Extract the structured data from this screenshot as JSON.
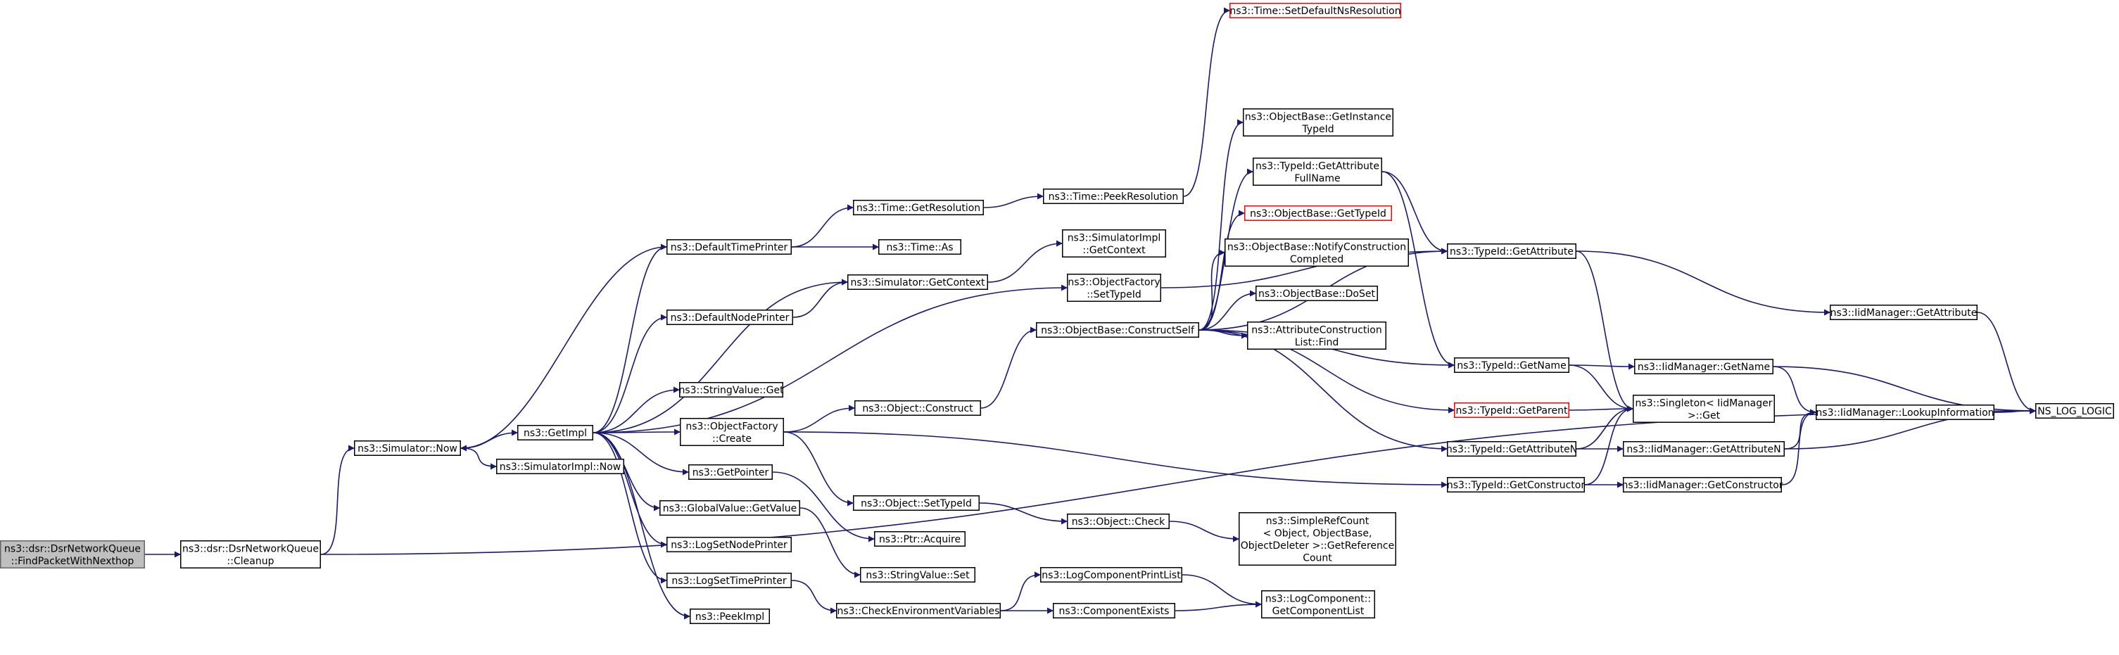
{
  "diagram": {
    "type": "call-graph",
    "colors": {
      "edge": "#191970",
      "node_border": "#000000",
      "root_fill": "#bfbfbf",
      "root_border": "#666666",
      "missing_border": "#ff0000"
    },
    "nodes": [
      {
        "id": "root",
        "lines": [
          "ns3::dsr::DsrNetworkQueue",
          "::FindPacketWithNexthop"
        ],
        "style": "root"
      },
      {
        "id": "cleanup",
        "lines": [
          "ns3::dsr::DsrNetworkQueue",
          "::Cleanup"
        ]
      },
      {
        "id": "simnow",
        "lines": [
          "ns3::Simulator::Now"
        ]
      },
      {
        "id": "getimpl",
        "lines": [
          "ns3::GetImpl"
        ]
      },
      {
        "id": "simimplnow",
        "lines": [
          "ns3::SimulatorImpl::Now"
        ]
      },
      {
        "id": "nslog",
        "lines": [
          "NS_LOG_LOGIC"
        ]
      },
      {
        "id": "deftimeprinter",
        "lines": [
          "ns3::DefaultTimePrinter"
        ]
      },
      {
        "id": "simgetcontext",
        "lines": [
          "ns3::Simulator::GetContext"
        ]
      },
      {
        "id": "defnodeprinter",
        "lines": [
          "ns3::DefaultNodePrinter"
        ]
      },
      {
        "id": "stringvalueget",
        "lines": [
          "ns3::StringValue::Get"
        ]
      },
      {
        "id": "objfactorycreate",
        "lines": [
          "ns3::ObjectFactory",
          "::Create"
        ]
      },
      {
        "id": "getpointer",
        "lines": [
          "ns3::GetPointer"
        ]
      },
      {
        "id": "globalvalueget",
        "lines": [
          "ns3::GlobalValue::GetValue"
        ]
      },
      {
        "id": "logsetnode",
        "lines": [
          "ns3::LogSetNodePrinter"
        ]
      },
      {
        "id": "logsettime",
        "lines": [
          "ns3::LogSetTimePrinter"
        ]
      },
      {
        "id": "peekimpl",
        "lines": [
          "ns3::PeekImpl"
        ]
      },
      {
        "id": "timegetres",
        "lines": [
          "ns3::Time::GetResolution"
        ]
      },
      {
        "id": "timeas",
        "lines": [
          "ns3::Time::As"
        ]
      },
      {
        "id": "simimplgetctx",
        "lines": [
          "ns3::SimulatorImpl",
          "::GetContext"
        ]
      },
      {
        "id": "objfactorysettype",
        "lines": [
          "ns3::ObjectFactory",
          "::SetTypeId"
        ]
      },
      {
        "id": "objconstruct",
        "lines": [
          "ns3::Object::Construct"
        ]
      },
      {
        "id": "objsettype",
        "lines": [
          "ns3::Object::SetTypeId"
        ]
      },
      {
        "id": "ptracquire",
        "lines": [
          "ns3::Ptr::Acquire"
        ]
      },
      {
        "id": "stringvalueset",
        "lines": [
          "ns3::StringValue::Set"
        ]
      },
      {
        "id": "checkenv",
        "lines": [
          "ns3::CheckEnvironmentVariables"
        ]
      },
      {
        "id": "timepeekres",
        "lines": [
          "ns3::Time::PeekResolution"
        ]
      },
      {
        "id": "timesetdefault",
        "lines": [
          "ns3::Time::SetDefaultNsResolution"
        ],
        "style": "red"
      },
      {
        "id": "constructself",
        "lines": [
          "ns3::ObjectBase::ConstructSelf"
        ]
      },
      {
        "id": "objcheck",
        "lines": [
          "ns3::Object::Check"
        ]
      },
      {
        "id": "logcompprintlist",
        "lines": [
          "ns3::LogComponentPrintList"
        ]
      },
      {
        "id": "compexists",
        "lines": [
          "ns3::ComponentExists"
        ]
      },
      {
        "id": "getinstancetype",
        "lines": [
          "ns3::ObjectBase::GetInstance",
          "TypeId"
        ]
      },
      {
        "id": "getattrfullname",
        "lines": [
          "ns3::TypeId::GetAttribute",
          "FullName"
        ]
      },
      {
        "id": "objbasegettype",
        "lines": [
          "ns3::ObjectBase::GetTypeId"
        ],
        "style": "red"
      },
      {
        "id": "notifyconstruction",
        "lines": [
          "ns3::ObjectBase::NotifyConstruction",
          "Completed"
        ]
      },
      {
        "id": "doset",
        "lines": [
          "ns3::ObjectBase::DoSet"
        ]
      },
      {
        "id": "attrconstructfind",
        "lines": [
          "ns3::AttributeConstruction",
          "List::Find"
        ]
      },
      {
        "id": "simplerefcount",
        "lines": [
          "ns3::SimpleRefCount",
          "< Object, ObjectBase,",
          "ObjectDeleter >::GetReference",
          "Count"
        ]
      },
      {
        "id": "getcomplist",
        "lines": [
          "ns3::LogComponent::",
          "GetComponentList"
        ]
      },
      {
        "id": "typeidgetattr",
        "lines": [
          "ns3::TypeId::GetAttribute"
        ]
      },
      {
        "id": "typeidgetname",
        "lines": [
          "ns3::TypeId::GetName"
        ]
      },
      {
        "id": "typeidgetparent",
        "lines": [
          "ns3::TypeId::GetParent"
        ],
        "style": "red"
      },
      {
        "id": "typeidgetattrn",
        "lines": [
          "ns3::TypeId::GetAttributeN"
        ]
      },
      {
        "id": "typeidgetctor",
        "lines": [
          "ns3::TypeId::GetConstructor"
        ]
      },
      {
        "id": "singletonget",
        "lines": [
          "ns3::Singleton< IidManager",
          ">::Get"
        ]
      },
      {
        "id": "iidgetname",
        "lines": [
          "ns3::IidManager::GetName"
        ]
      },
      {
        "id": "iidgetattrn",
        "lines": [
          "ns3::IidManager::GetAttributeN"
        ]
      },
      {
        "id": "iidgetctor",
        "lines": [
          "ns3::IidManager::GetConstructor"
        ]
      },
      {
        "id": "iidgetattr",
        "lines": [
          "ns3::IidManager::GetAttribute"
        ]
      },
      {
        "id": "iidlookup",
        "lines": [
          "ns3::IidManager::LookupInformation"
        ]
      }
    ],
    "edges": [
      [
        "root",
        "cleanup"
      ],
      [
        "cleanup",
        "simnow"
      ],
      [
        "cleanup",
        "nslog"
      ],
      [
        "simnow",
        "getimpl"
      ],
      [
        "simnow",
        "simimplnow"
      ],
      [
        "getimpl",
        "deftimeprinter"
      ],
      [
        "getimpl",
        "simgetcontext"
      ],
      [
        "getimpl",
        "defnodeprinter"
      ],
      [
        "getimpl",
        "objfactorysettype"
      ],
      [
        "getimpl",
        "stringvalueget"
      ],
      [
        "getimpl",
        "objfactorycreate"
      ],
      [
        "getimpl",
        "getpointer"
      ],
      [
        "getimpl",
        "globalvalueget"
      ],
      [
        "getimpl",
        "logsetnode"
      ],
      [
        "getimpl",
        "logsettime"
      ],
      [
        "getimpl",
        "peekimpl"
      ],
      [
        "deftimeprinter",
        "simnow"
      ],
      [
        "deftimeprinter",
        "timegetres"
      ],
      [
        "deftimeprinter",
        "timeas"
      ],
      [
        "timegetres",
        "timepeekres"
      ],
      [
        "timepeekres",
        "timesetdefault"
      ],
      [
        "simgetcontext",
        "simimplgetctx"
      ],
      [
        "defnodeprinter",
        "simgetcontext"
      ],
      [
        "objfactorycreate",
        "objconstruct"
      ],
      [
        "objfactorycreate",
        "objsettype"
      ],
      [
        "objfactorycreate",
        "typeidgetctor"
      ],
      [
        "getpointer",
        "ptracquire"
      ],
      [
        "globalvalueget",
        "stringvalueset"
      ],
      [
        "logsettime",
        "checkenv"
      ],
      [
        "objconstruct",
        "constructself"
      ],
      [
        "objsettype",
        "objcheck"
      ],
      [
        "objcheck",
        "simplerefcount"
      ],
      [
        "checkenv",
        "logcompprintlist"
      ],
      [
        "checkenv",
        "compexists"
      ],
      [
        "logcompprintlist",
        "getcomplist"
      ],
      [
        "compexists",
        "getcomplist"
      ],
      [
        "objfactorysettype",
        "typeidgetattr"
      ],
      [
        "constructself",
        "getinstancetype"
      ],
      [
        "constructself",
        "getattrfullname"
      ],
      [
        "constructself",
        "objbasegettype"
      ],
      [
        "constructself",
        "notifyconstruction"
      ],
      [
        "constructself",
        "doset"
      ],
      [
        "constructself",
        "attrconstructfind"
      ],
      [
        "constructself",
        "typeidgetattr"
      ],
      [
        "constructself",
        "typeidgetname"
      ],
      [
        "constructself",
        "typeidgetparent"
      ],
      [
        "constructself",
        "typeidgetattrn"
      ],
      [
        "getattrfullname",
        "typeidgetattr"
      ],
      [
        "getattrfullname",
        "typeidgetname"
      ],
      [
        "typeidgetattr",
        "singletonget"
      ],
      [
        "typeidgetattr",
        "iidgetattr"
      ],
      [
        "typeidgetname",
        "singletonget"
      ],
      [
        "typeidgetname",
        "iidgetname"
      ],
      [
        "typeidgetparent",
        "singletonget"
      ],
      [
        "typeidgetattrn",
        "singletonget"
      ],
      [
        "typeidgetattrn",
        "iidgetattrn"
      ],
      [
        "typeidgetctor",
        "singletonget"
      ],
      [
        "typeidgetctor",
        "iidgetctor"
      ],
      [
        "iidgetattr",
        "nslog"
      ],
      [
        "iidgetname",
        "iidlookup"
      ],
      [
        "iidgetname",
        "nslog"
      ],
      [
        "iidgetattrn",
        "iidlookup"
      ],
      [
        "iidgetattrn",
        "nslog"
      ],
      [
        "iidgetctor",
        "iidlookup"
      ],
      [
        "iidlookup",
        "nslog"
      ]
    ]
  }
}
